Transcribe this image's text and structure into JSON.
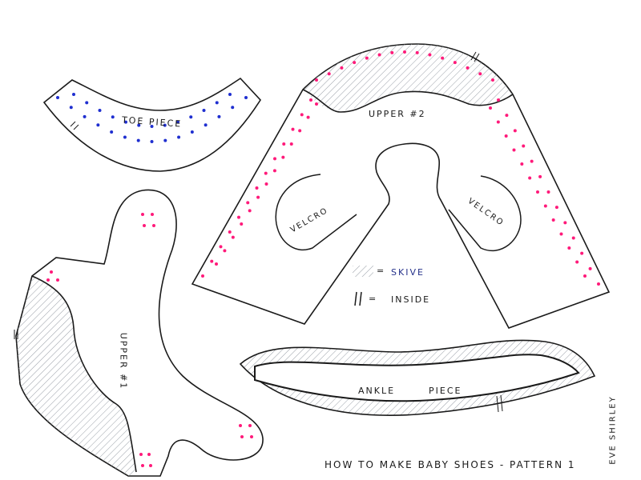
{
  "pieces": {
    "toe": "TOE PIECE",
    "upper2": "UPPER #2",
    "upper1": "UPPER #1",
    "velcro_left": "VELCRO",
    "velcro_right": "VELCRO",
    "ankle_word1": "ANKLE",
    "ankle_word2": "PIECE"
  },
  "legend": {
    "skive_symbol": "=",
    "skive_label": "SKIVE",
    "inside_symbol": "|| =",
    "inside_label": "INSIDE"
  },
  "title": "HOW TO MAKE BABY SHOES - PATTERN 1",
  "signature": "EVE SHIRLEY",
  "colors": {
    "outline": "#1a1a1a",
    "blue_dots": "#1f2fd0",
    "pink_dots": "#ff1a7a",
    "hatch": "#9aa0a8"
  }
}
